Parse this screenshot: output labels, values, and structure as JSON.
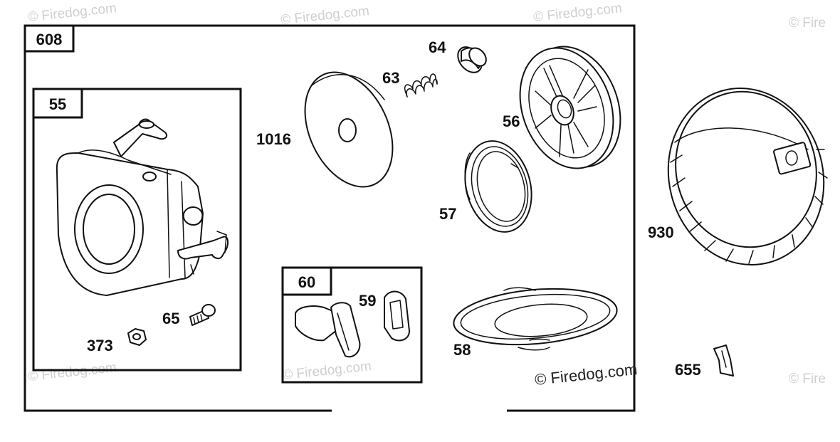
{
  "assembly": {
    "number": "608"
  },
  "subassemblies": [
    {
      "id": "housing",
      "number": "55"
    },
    {
      "id": "handle",
      "number": "60"
    }
  ],
  "parts": {
    "p55_children": {
      "p65": "65",
      "p373": "373"
    },
    "p1016": "1016",
    "p63": "63",
    "p64": "64",
    "p56": "56",
    "p57": "57",
    "p58": "58",
    "p59": "59",
    "p930": "930",
    "p655": "655"
  },
  "watermarks": {
    "brand": "Firedog.com",
    "copyright_symbol": "©",
    "main": "© Firedog.com",
    "partial_right": "© Fire"
  }
}
